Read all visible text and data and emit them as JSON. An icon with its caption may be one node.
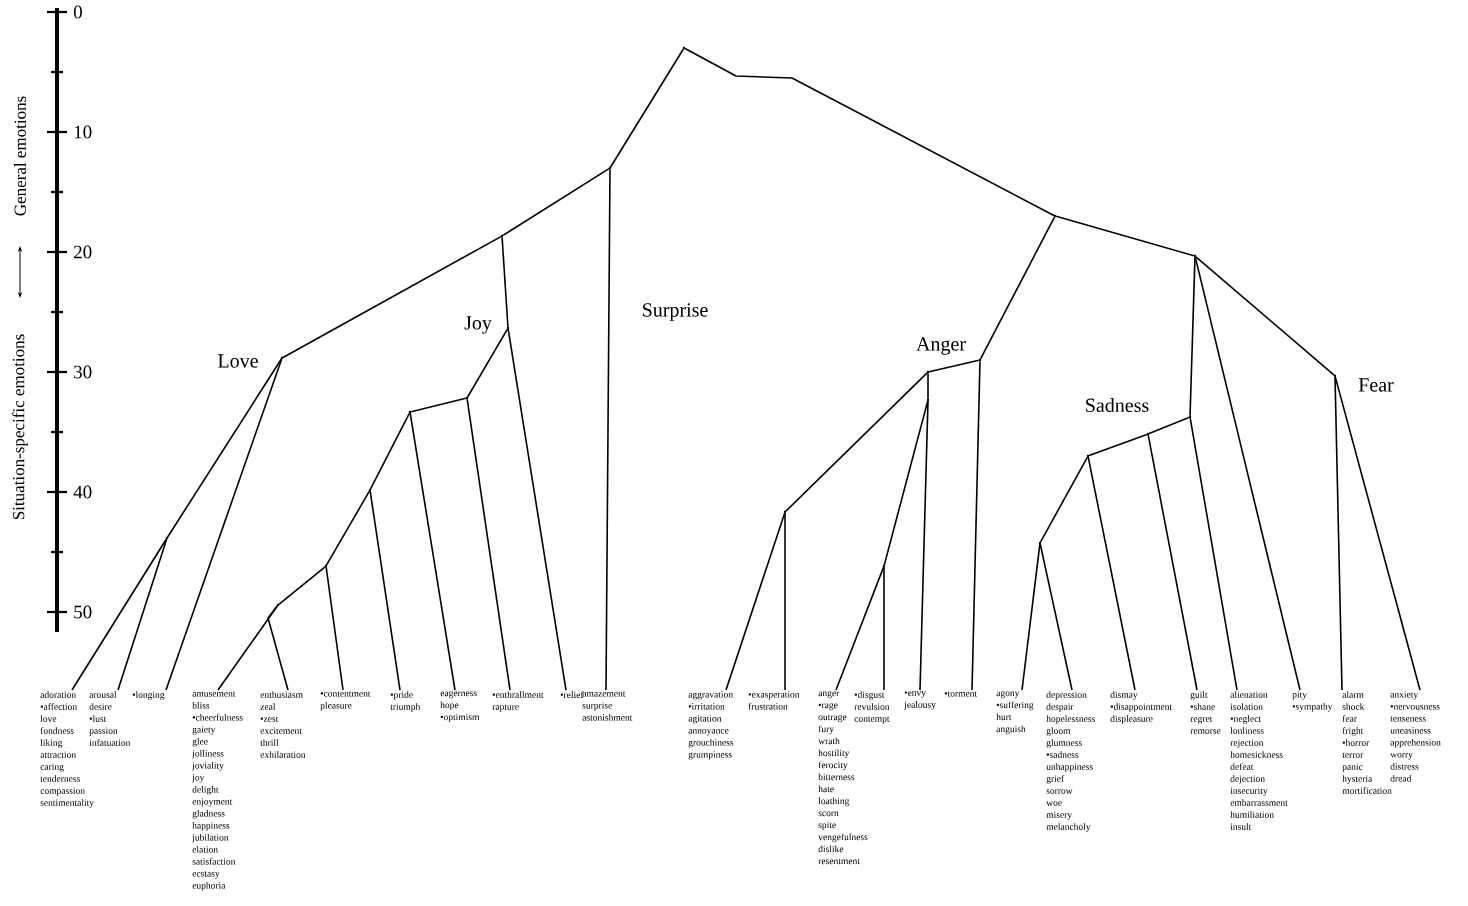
{
  "diagram": {
    "nodes": [
      {
        "text": [],
        "shape": "point"
      },
      {
        "text": [],
        "shape": "point"
      },
      {
        "text": [],
        "shape": "point"
      },
      {
        "text": [],
        "shape": "point"
      },
      {
        "text": [],
        "shape": "point"
      },
      {
        "text": [],
        "shape": "point"
      },
      {
        "text": [],
        "shape": "point"
      },
      {
        "text": [],
        "shape": "point"
      },
      {
        "text": [],
        "shape": "point"
      },
      {
        "text": [],
        "shape": "point"
      },
      {
        "text": [],
        "shape": "point"
      },
      {
        "text": [],
        "shape": "point"
      },
      {
        "text": [],
        "shape": "point"
      },
      {
        "text": [],
        "shape": "point"
      },
      {
        "text": [],
        "shape": "point"
      },
      {
        "text": [],
        "shape": "point"
      },
      {
        "text": [],
        "shape": "point"
      },
      {
        "text": [],
        "shape": "point"
      },
      {
        "text": [],
        "shape": "point"
      },
      {
        "text": [],
        "shape": "point"
      },
      {
        "text": [],
        "shape": "point"
      },
      {
        "text": [],
        "shape": "point"
      },
      {
        "text": [],
        "shape": "point"
      },
      {
        "text": [
          "adoration",
          "•affection",
          "love",
          "fondness",
          "liking",
          "attraction",
          "caring",
          "tenderness",
          "compassion",
          "sentimentality"
        ]
      },
      {
        "text": [
          "arousal",
          "desire",
          "•lust",
          "passion",
          "infatuation"
        ]
      },
      {
        "text": [
          "•longing"
        ]
      },
      {
        "text": [
          "amusement",
          "bliss",
          "•cheerfulness",
          "gaiety",
          "glee",
          "jolliness",
          "joviality",
          "joy",
          "delight",
          "enjoyment",
          "gladness",
          "happiness",
          "jubilation",
          "elation",
          "satisfaction",
          "ecstasy",
          "euphoria"
        ]
      },
      {
        "text": [
          "enthusiasm",
          "zeal",
          "•zest",
          "excitement",
          "thrill",
          "exhilaration"
        ]
      },
      {
        "text": [
          "•contentment",
          "pleasure"
        ]
      },
      {
        "text": [
          "•pride",
          "triumph"
        ]
      },
      {
        "text": [
          "eagerness",
          "hope",
          "•optimism"
        ]
      },
      {
        "text": [
          "•enthrallment",
          "rapture"
        ]
      },
      {
        "text": [
          "•relief"
        ]
      },
      {
        "text": [
          "amazement",
          "surprise",
          "astonishment"
        ]
      },
      {
        "text": [
          "aggravation",
          "•irritation",
          "agitation",
          "annoyance",
          "grouchiness",
          "grumpiness"
        ]
      },
      {
        "text": [
          "•exasperation",
          "frustration"
        ]
      },
      {
        "text": [
          "anger",
          "•rage",
          "outrage",
          "fury",
          "wrath",
          "hostility",
          "ferocity",
          "bitterness",
          "hate",
          "loathing",
          "scorn",
          "spite",
          "vengefulness",
          "dislike",
          "resentment"
        ]
      },
      {
        "text": [
          "•disgust",
          "revulsion",
          "contempt"
        ]
      },
      {
        "text": [
          "•envy",
          "jealousy"
        ]
      },
      {
        "text": [
          "•torment"
        ]
      },
      {
        "text": [
          "agony",
          "•suffering",
          "hurt",
          "anguish"
        ]
      },
      {
        "text": [
          "depression",
          "despair",
          "hopelessness",
          "gloom",
          "glumness",
          "•sadness",
          "unhappiness",
          "grief",
          "sorrow",
          "woe",
          "misery",
          "melancholy"
        ]
      },
      {
        "text": [
          "dismay",
          "•disappointment",
          "displeasure"
        ]
      },
      {
        "text": [
          "guilt",
          "•shane",
          "regret",
          "remorse"
        ]
      },
      {
        "text": [
          "alienation",
          "isolation",
          "•neglect",
          "lonliness",
          "rejection",
          "homesickness",
          "defeat",
          "dejection",
          "insecurity",
          "embarrassment",
          "humiliation",
          "insult"
        ]
      },
      {
        "text": [
          "pity",
          "•sympathy"
        ]
      },
      {
        "text": [
          "alarm",
          "shock",
          "fear",
          "fright",
          "•horror",
          "terror",
          "panic",
          "hysteria",
          "mortification"
        ]
      },
      {
        "text": [
          "anxiety",
          "•nervousness",
          "tenseness",
          "uneasiness",
          "apprehension",
          "worry",
          "distress",
          "dread"
        ]
      }
    ],
    "edges": [
      {
        "from": 0,
        "to": 1,
        "arrow": "none"
      },
      {
        "from": 0,
        "to": 2,
        "arrow": "none"
      },
      {
        "from": 1,
        "to": 3,
        "arrow": "none"
      },
      {
        "from": 1,
        "to": 33,
        "arrow": "none"
      },
      {
        "from": 3,
        "to": 6,
        "arrow": "none"
      },
      {
        "from": 3,
        "to": 5,
        "arrow": "none"
      },
      {
        "from": 6,
        "to": 18,
        "arrow": "none"
      },
      {
        "from": 6,
        "to": 25,
        "arrow": "none"
      },
      {
        "from": 18,
        "to": 23,
        "arrow": "none"
      },
      {
        "from": 18,
        "to": 24,
        "arrow": "none"
      },
      {
        "from": 5,
        "to": 10,
        "arrow": "none"
      },
      {
        "from": 5,
        "to": 32,
        "arrow": "none"
      },
      {
        "from": 10,
        "to": 12,
        "arrow": "none"
      },
      {
        "from": 10,
        "to": 31,
        "arrow": "none"
      },
      {
        "from": 12,
        "to": 16,
        "arrow": "none"
      },
      {
        "from": 12,
        "to": 30,
        "arrow": "none"
      },
      {
        "from": 16,
        "to": 20,
        "arrow": "none"
      },
      {
        "from": 16,
        "to": 29,
        "arrow": "none"
      },
      {
        "from": 20,
        "to": 22,
        "arrow": "none"
      },
      {
        "from": 20,
        "to": 28,
        "arrow": "none"
      },
      {
        "from": 22,
        "to": 26,
        "arrow": "none"
      },
      {
        "from": 22,
        "to": 27,
        "arrow": "none"
      },
      {
        "from": 2,
        "to": 7,
        "arrow": "none"
      },
      {
        "from": 2,
        "to": 4,
        "arrow": "none"
      },
      {
        "from": 7,
        "to": 8,
        "arrow": "none"
      },
      {
        "from": 7,
        "to": 39,
        "arrow": "none"
      },
      {
        "from": 8,
        "to": 17,
        "arrow": "none"
      },
      {
        "from": 8,
        "to": 11,
        "arrow": "none"
      },
      {
        "from": 11,
        "to": 38,
        "arrow": "none"
      },
      {
        "from": 11,
        "to": 21,
        "arrow": "none"
      },
      {
        "from": 21,
        "to": 36,
        "arrow": "none"
      },
      {
        "from": 21,
        "to": 37,
        "arrow": "none"
      },
      {
        "from": 17,
        "to": 34,
        "arrow": "none"
      },
      {
        "from": 17,
        "to": 35,
        "arrow": "none"
      },
      {
        "from": 4,
        "to": 13,
        "arrow": "none"
      },
      {
        "from": 4,
        "to": 45,
        "arrow": "none"
      },
      {
        "from": 4,
        "to": 9,
        "arrow": "none"
      },
      {
        "from": 9,
        "to": 46,
        "arrow": "none"
      },
      {
        "from": 9,
        "to": 47,
        "arrow": "none"
      },
      {
        "from": 13,
        "to": 14,
        "arrow": "none"
      },
      {
        "from": 13,
        "to": 44,
        "arrow": "none"
      },
      {
        "from": 14,
        "to": 15,
        "arrow": "none"
      },
      {
        "from": 14,
        "to": 43,
        "arrow": "none"
      },
      {
        "from": 15,
        "to": 19,
        "arrow": "none"
      },
      {
        "from": 15,
        "to": 42,
        "arrow": "none"
      },
      {
        "from": 19,
        "to": 40,
        "arrow": "none"
      },
      {
        "from": 19,
        "to": 41,
        "arrow": "none"
      }
    ],
    "labels": [
      "0",
      "10",
      "20",
      "30",
      "40",
      "50",
      "General emotions",
      "Situation-specific emotions",
      "Love",
      "Joy",
      "Surprise",
      "Anger",
      "Sadness",
      "Fear"
    ]
  }
}
